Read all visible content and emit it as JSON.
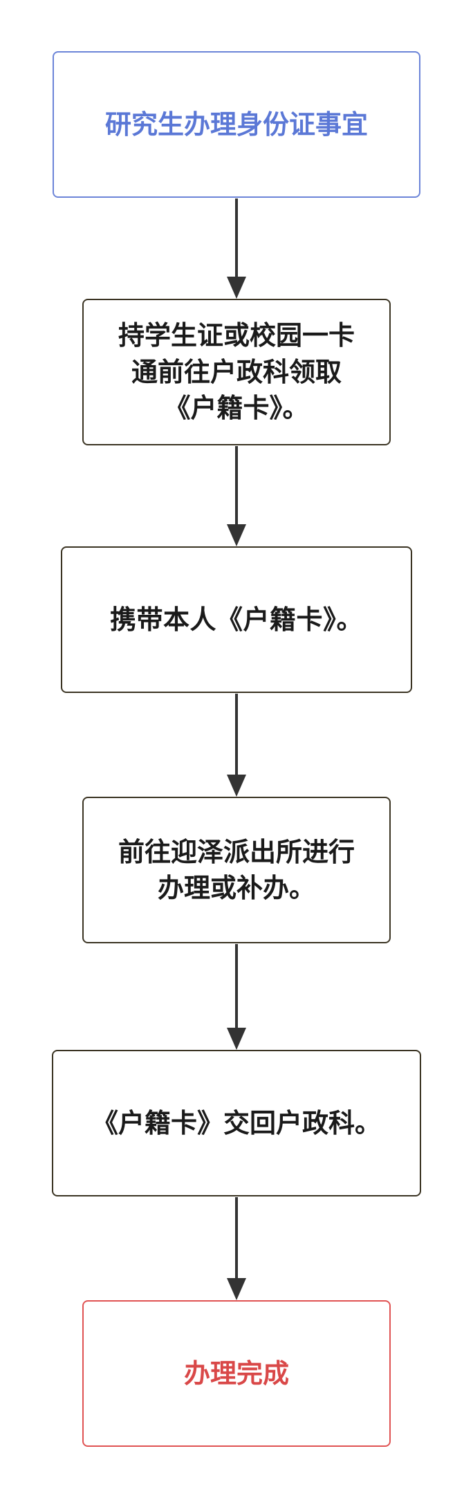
{
  "flowchart": {
    "nodes": [
      {
        "id": "n1",
        "text": "研究生办理身份证事宜",
        "role": "start",
        "color": "#5b78d6"
      },
      {
        "id": "n2",
        "text": "持学生证或校园一卡通前往户政科领取《户籍卡》。",
        "role": "step"
      },
      {
        "id": "n3",
        "text": "携带本人《户籍卡》。",
        "role": "step"
      },
      {
        "id": "n4",
        "text": "前往迎泽派出所进行办理或补办。",
        "role": "step"
      },
      {
        "id": "n5",
        "text": "《户籍卡》交回户政科。",
        "role": "step"
      },
      {
        "id": "n6",
        "text": "办理完成",
        "role": "end",
        "color": "#d94848"
      }
    ],
    "edges": [
      {
        "from": "n1",
        "to": "n2"
      },
      {
        "from": "n2",
        "to": "n3"
      },
      {
        "from": "n3",
        "to": "n4"
      },
      {
        "from": "n4",
        "to": "n5"
      },
      {
        "from": "n5",
        "to": "n6"
      }
    ],
    "colors": {
      "arrow": "#333333",
      "step_border": "#3a3322",
      "start_border": "#6b84d8",
      "end_border": "#e05252"
    }
  }
}
